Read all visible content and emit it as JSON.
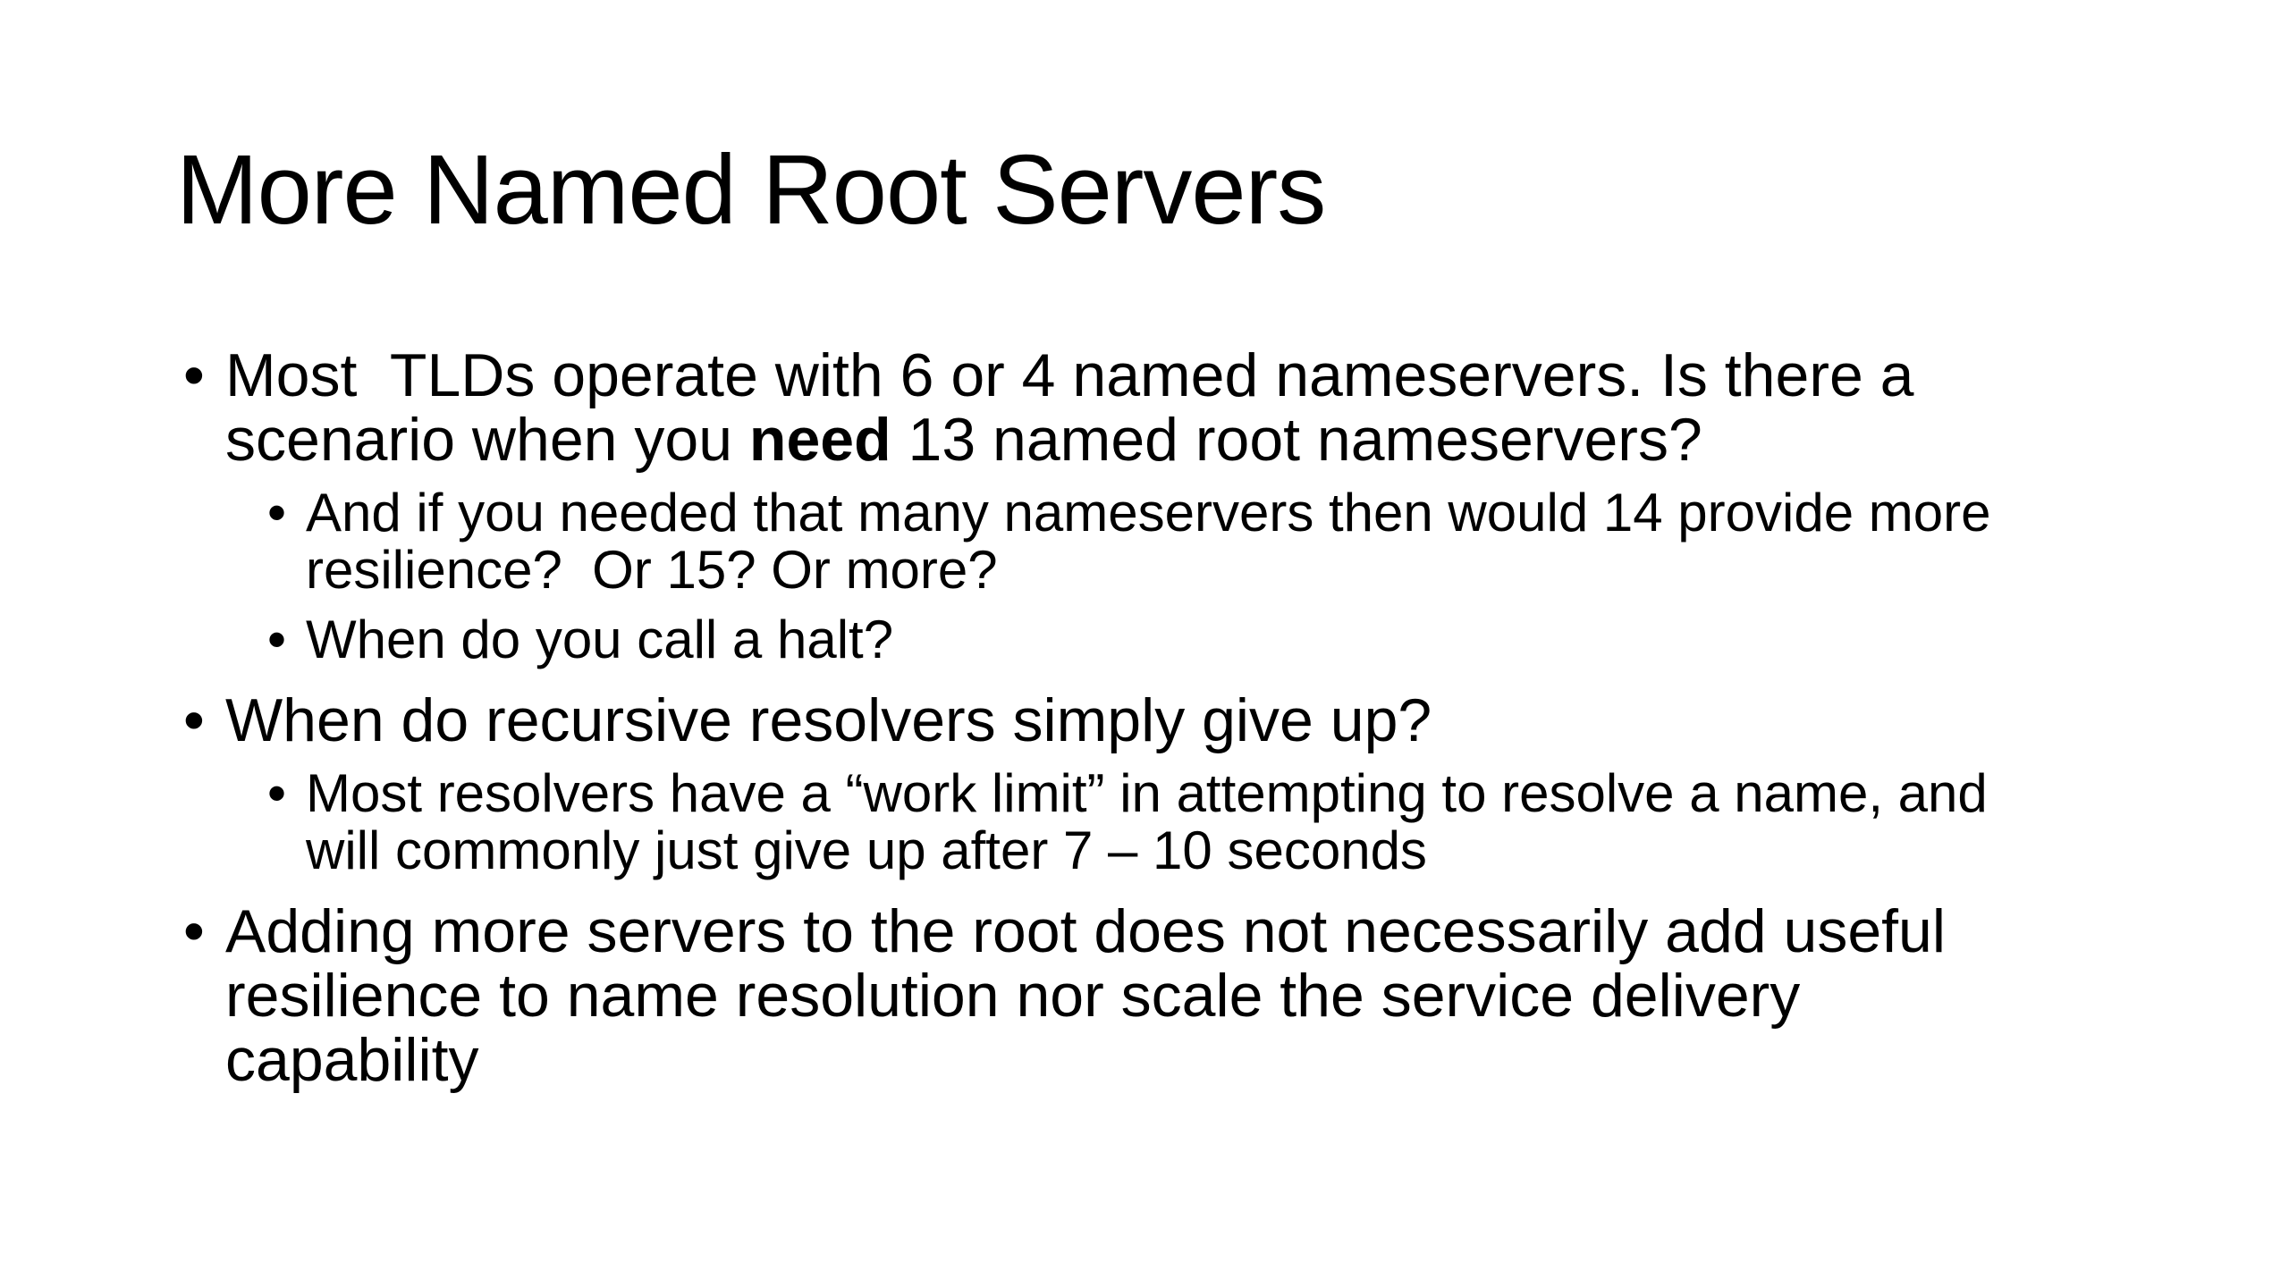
{
  "slide": {
    "title": "More Named Root Servers",
    "bullet_marker": "•",
    "colors": {
      "background": "#ffffff",
      "text": "#000000"
    },
    "bullets": [
      {
        "level": 1,
        "lines": [
          [
            {
              "t": "Most  TLDs operate with 6 or 4 named nameservers. Is there a"
            }
          ],
          [
            {
              "t": "scenario when you "
            },
            {
              "t": "need",
              "b": true
            },
            {
              "t": " 13 named root nameservers?"
            }
          ]
        ]
      },
      {
        "level": 2,
        "lines": [
          [
            {
              "t": "And if you needed that many nameservers then would 14 provide more"
            }
          ],
          [
            {
              "t": "resilience?  Or 15? Or more?"
            }
          ]
        ]
      },
      {
        "level": 2,
        "lines": [
          [
            {
              "t": "When do you call a halt?"
            }
          ]
        ]
      },
      {
        "level": 1,
        "lines": [
          [
            {
              "t": "When do recursive resolvers simply give up?"
            }
          ]
        ]
      },
      {
        "level": 2,
        "lines": [
          [
            {
              "t": "Most resolvers have a “work limit” in attempting to resolve a name, and"
            }
          ],
          [
            {
              "t": "will commonly just give up after 7 – 10 seconds"
            }
          ]
        ]
      },
      {
        "level": 1,
        "lines": [
          [
            {
              "t": "Adding more servers to the root does not necessarily add useful"
            }
          ],
          [
            {
              "t": "resilience to name resolution nor scale the service delivery"
            }
          ],
          [
            {
              "t": "capability"
            }
          ]
        ]
      }
    ]
  }
}
